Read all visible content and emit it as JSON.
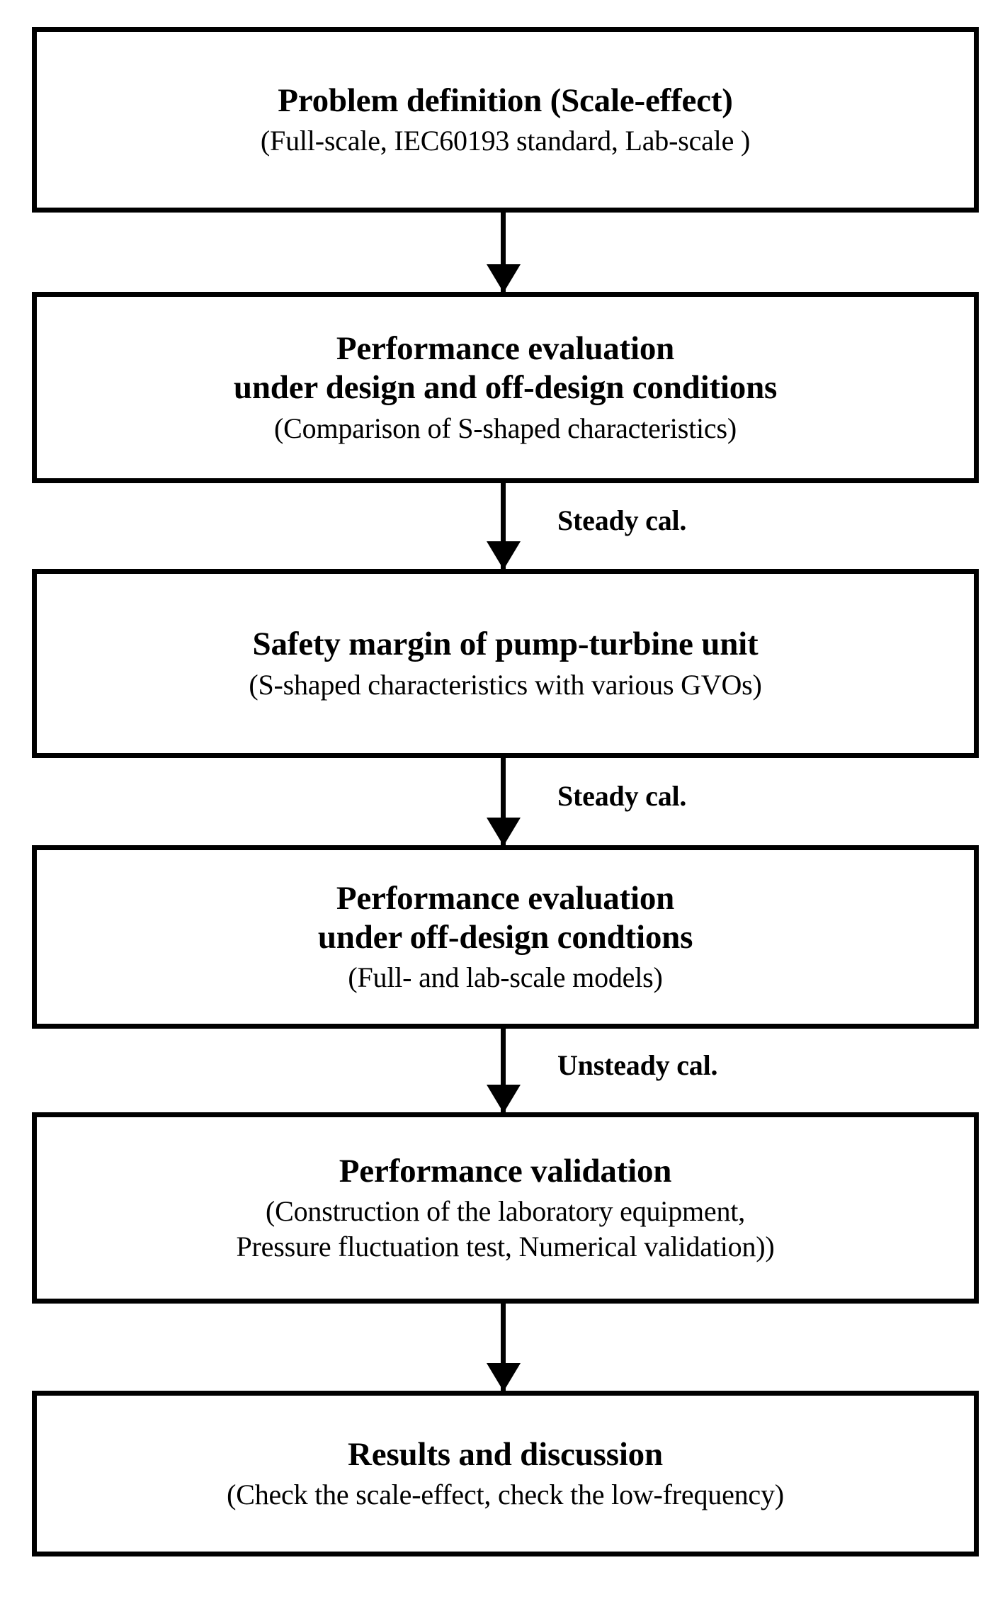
{
  "diagram": {
    "type": "flowchart",
    "orientation": "top-to-bottom",
    "background_color": "#ffffff",
    "line_color": "#000000",
    "nodes": [
      {
        "id": "problem-definition",
        "title": "Problem definition (Scale-effect)",
        "subtitles": [
          "(Full-scale, IEC60193 standard, Lab-scale )"
        ]
      },
      {
        "id": "performance-evaluation-design-offdesign",
        "title_line1": "Performance evaluation",
        "title_line2": "under design and off-design conditions",
        "subtitles": [
          "(Comparison of S-shaped characteristics)"
        ]
      },
      {
        "id": "safety-margin",
        "title": "Safety margin of pump-turbine unit",
        "subtitles": [
          "(S-shaped characteristics with various GVOs)"
        ]
      },
      {
        "id": "performance-evaluation-offdesign",
        "title_line1": "Performance evaluation",
        "title_line2": "under off-design condtions",
        "subtitles": [
          "(Full- and lab-scale models)"
        ]
      },
      {
        "id": "performance-validation",
        "title": "Performance validation",
        "subtitles": [
          "(Construction of the laboratory equipment,",
          "Pressure fluctuation test, Numerical validation))"
        ]
      },
      {
        "id": "results-and-discussion",
        "title": "Results and discussion",
        "subtitles": [
          "(Check the scale-effect, check the low-frequency)"
        ]
      }
    ],
    "edges": [
      {
        "id": "edge-1",
        "from": "problem-definition",
        "to": "performance-evaluation-design-offdesign",
        "label": ""
      },
      {
        "id": "edge-2",
        "from": "performance-evaluation-design-offdesign",
        "to": "safety-margin",
        "label": "Steady cal."
      },
      {
        "id": "edge-3",
        "from": "safety-margin",
        "to": "performance-evaluation-offdesign",
        "label": "Steady cal."
      },
      {
        "id": "edge-4",
        "from": "performance-evaluation-offdesign",
        "to": "performance-validation",
        "label": "Unsteady cal."
      },
      {
        "id": "edge-5",
        "from": "performance-validation",
        "to": "results-and-discussion",
        "label": ""
      }
    ]
  }
}
